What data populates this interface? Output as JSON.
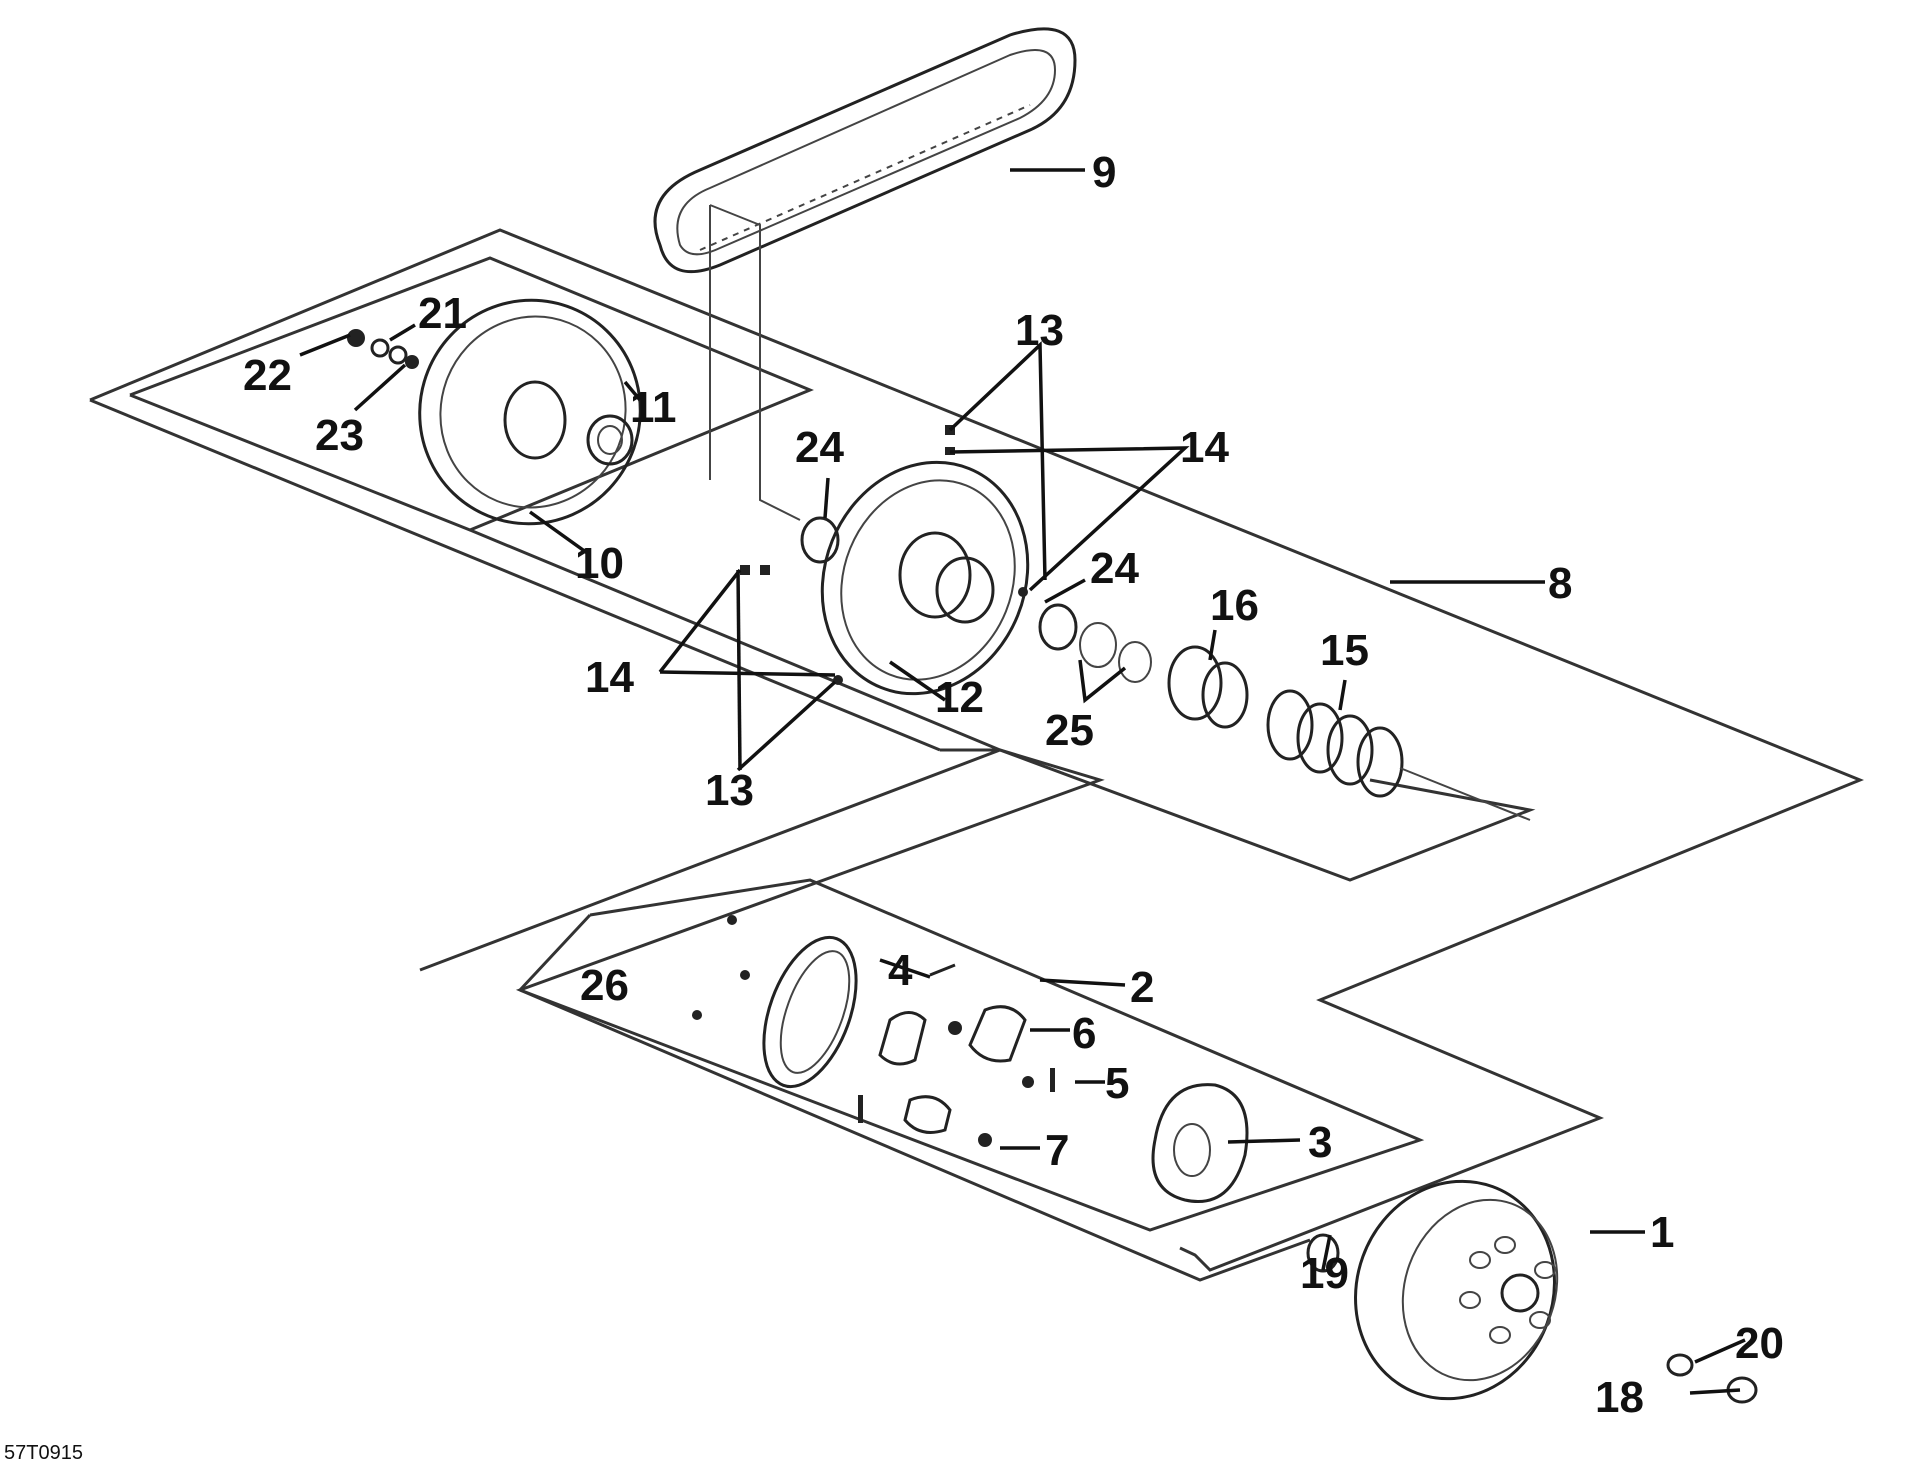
{
  "figure": {
    "reference_code": "57T0915"
  },
  "callouts": [
    {
      "id": "1",
      "label": "1"
    },
    {
      "id": "2",
      "label": "2"
    },
    {
      "id": "3",
      "label": "3"
    },
    {
      "id": "4",
      "label": "4"
    },
    {
      "id": "5",
      "label": "5"
    },
    {
      "id": "6",
      "label": "6"
    },
    {
      "id": "7",
      "label": "7"
    },
    {
      "id": "8",
      "label": "8"
    },
    {
      "id": "9",
      "label": "9"
    },
    {
      "id": "10",
      "label": "10"
    },
    {
      "id": "11",
      "label": "11"
    },
    {
      "id": "12",
      "label": "12"
    },
    {
      "id": "13a",
      "label": "13"
    },
    {
      "id": "13b",
      "label": "13"
    },
    {
      "id": "14a",
      "label": "14"
    },
    {
      "id": "14b",
      "label": "14"
    },
    {
      "id": "15",
      "label": "15"
    },
    {
      "id": "16",
      "label": "16"
    },
    {
      "id": "18",
      "label": "18"
    },
    {
      "id": "19",
      "label": "19"
    },
    {
      "id": "20",
      "label": "20"
    },
    {
      "id": "21",
      "label": "21"
    },
    {
      "id": "22",
      "label": "22"
    },
    {
      "id": "23",
      "label": "23"
    },
    {
      "id": "24a",
      "label": "24"
    },
    {
      "id": "24b",
      "label": "24"
    },
    {
      "id": "25",
      "label": "25"
    },
    {
      "id": "26",
      "label": "26"
    }
  ]
}
